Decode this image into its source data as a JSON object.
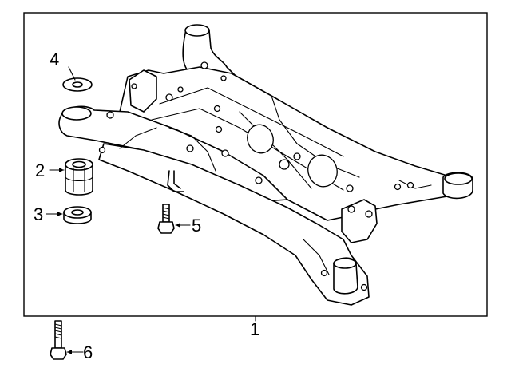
{
  "callouts": [
    {
      "id": "frame",
      "label": "1"
    },
    {
      "id": "bushing",
      "label": "2"
    },
    {
      "id": "lower-bushing",
      "label": "3"
    },
    {
      "id": "washer",
      "label": "4"
    },
    {
      "id": "bolt-short",
      "label": "5"
    },
    {
      "id": "bolt-long",
      "label": "6"
    }
  ],
  "colors": {
    "line": "#000000",
    "background": "#ffffff"
  }
}
